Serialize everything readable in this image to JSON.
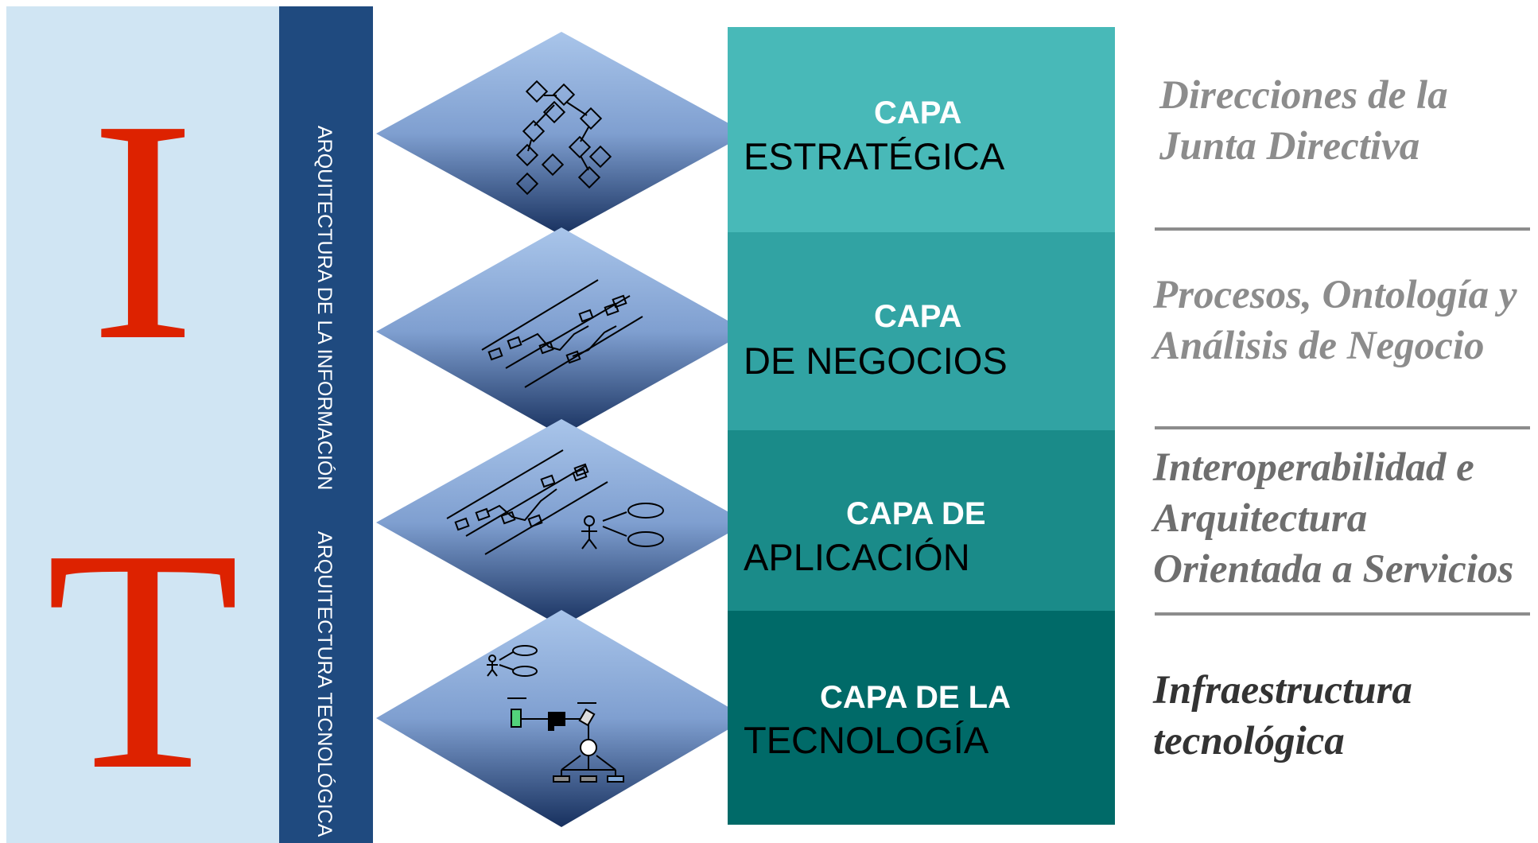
{
  "big_letters": {
    "top": "I",
    "bottom": "T"
  },
  "band_labels": {
    "top": "ARQUITECTURA DE LA INFORMACIÓN",
    "bottom": "ARQUITECTURA TECNOLÓGICA"
  },
  "layers": [
    {
      "title": "CAPA",
      "subtitle": "ESTRATÉGICA",
      "color": "#48b9b8"
    },
    {
      "title": "CAPA",
      "subtitle": "DE NEGOCIOS",
      "color": "#31a3a3"
    },
    {
      "title": "CAPA DE",
      "subtitle": "APLICACIÓN",
      "color": "#1a8b89"
    },
    {
      "title": "CAPA DE LA",
      "subtitle": "TECNOLOGÍA",
      "color": "#006a68"
    }
  ],
  "descriptions": [
    {
      "line1": "Direcciones de la",
      "line2": "Junta Directiva"
    },
    {
      "line1": "Procesos, Ontología y",
      "line2": "Análisis de Negocio"
    },
    {
      "line1": "Interoperabilidad e",
      "line2": "Arquitectura",
      "line3": "Orientada a Servicios"
    },
    {
      "line1": "Infraestructura",
      "line2": "tecnológica"
    }
  ],
  "icons": [
    "org-chart-icon",
    "process-flow-icon",
    "application-use-case-icon",
    "network-infrastructure-icon"
  ],
  "colors": {
    "letters": "#dd2200",
    "band": "#1f4a7f",
    "left_panel": "#d0e5f3"
  }
}
